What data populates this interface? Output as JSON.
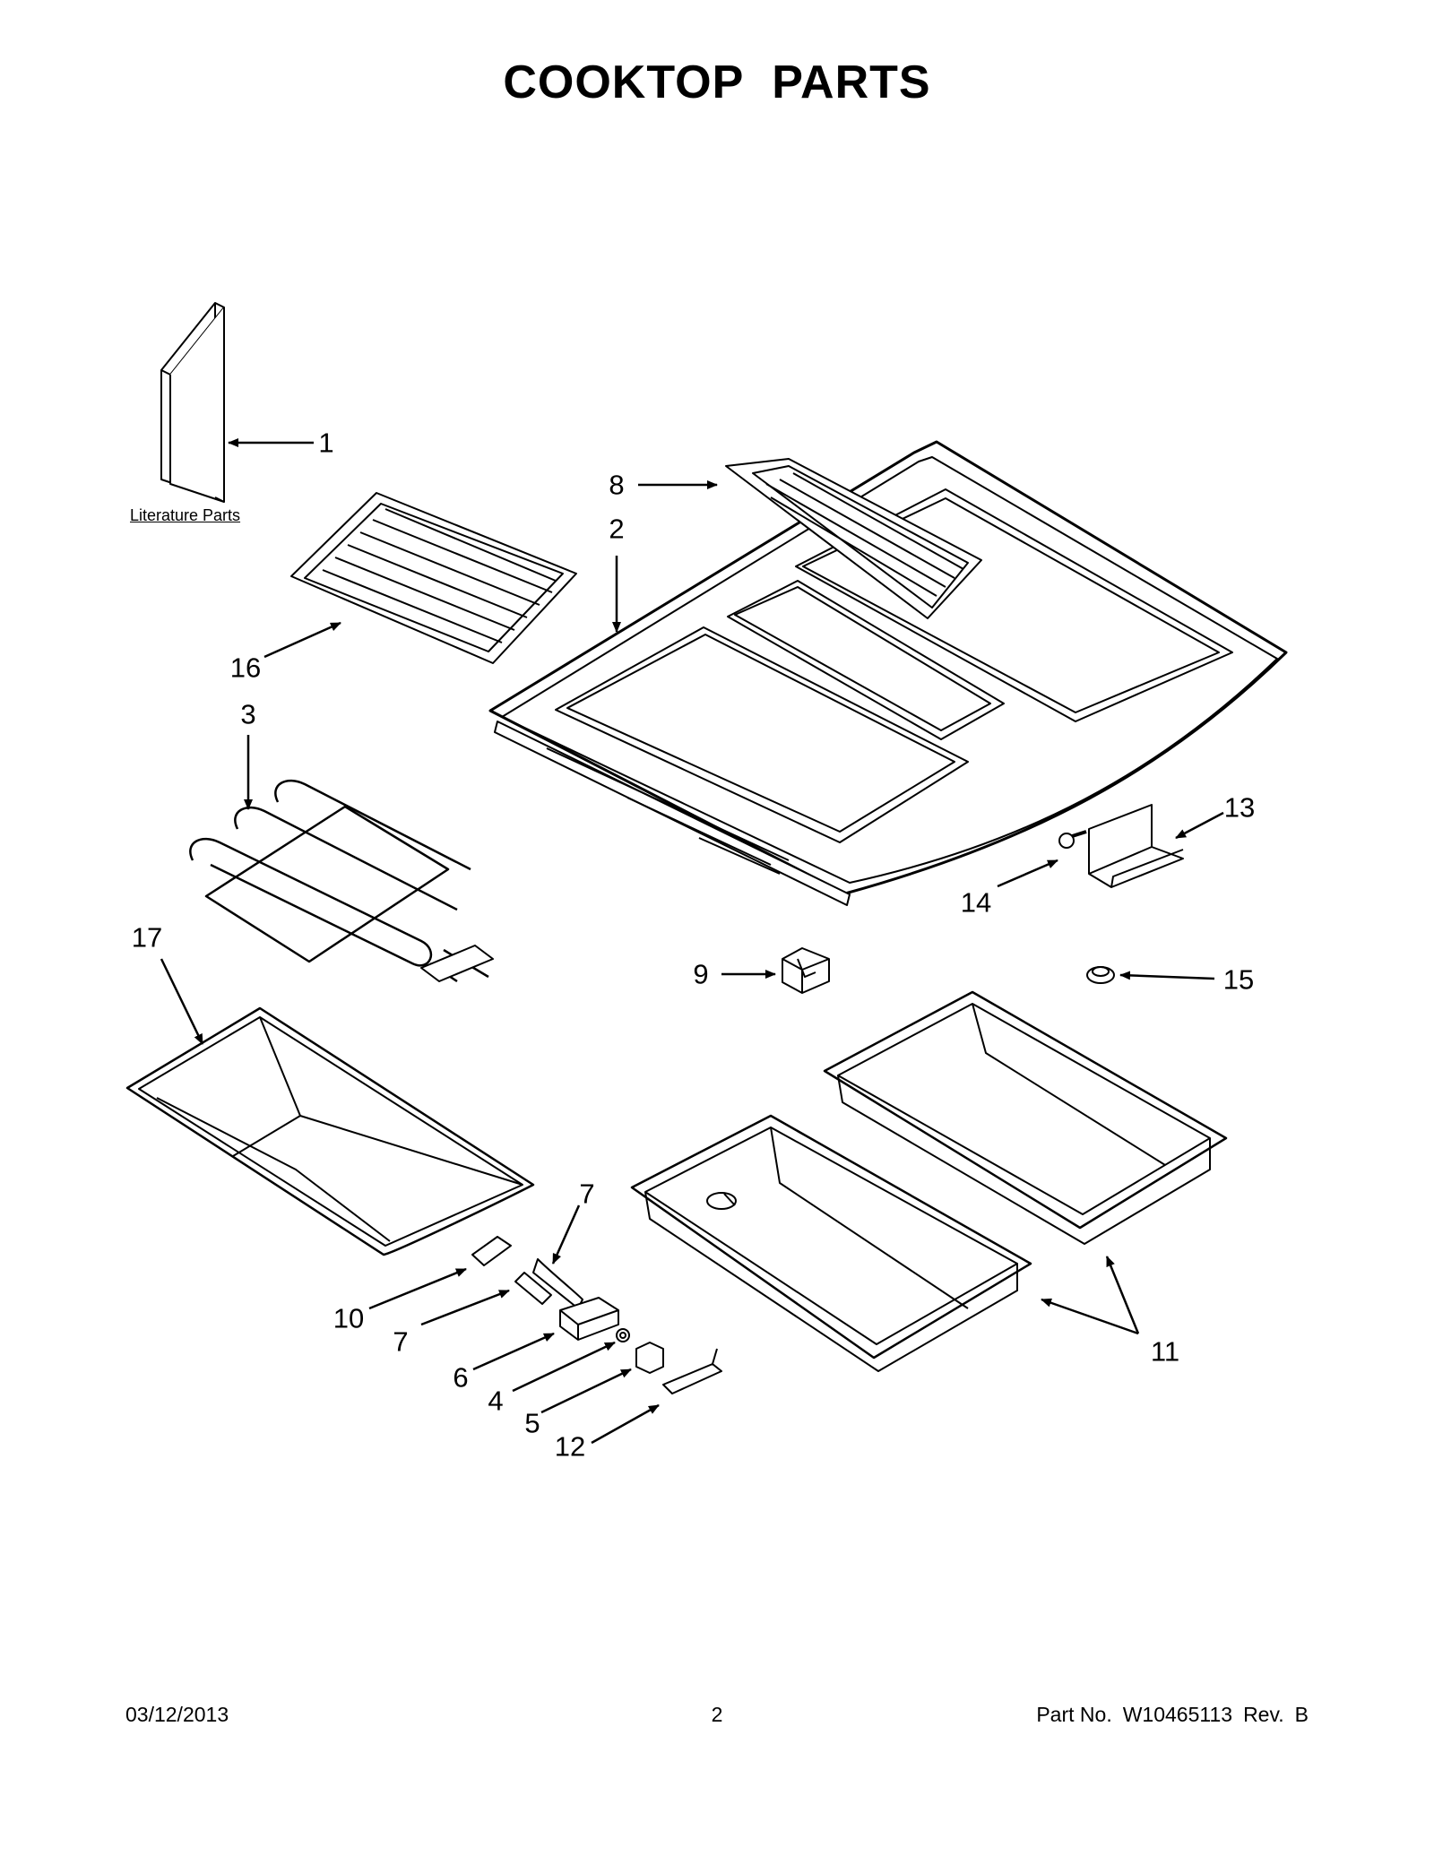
{
  "title": {
    "word1": "COOKTOP",
    "word2": "PARTS"
  },
  "literature_label": "Literature Parts",
  "callouts": [
    "1",
    "8",
    "2",
    "16",
    "3",
    "13",
    "14",
    "9",
    "15",
    "17",
    "7",
    "10",
    "7",
    "6",
    "4",
    "5",
    "12",
    "11"
  ],
  "footer": {
    "date": "03/12/2013",
    "page": "2",
    "part_label": "Part No.",
    "part_number": "W10465113",
    "rev_label": "Rev.",
    "rev": "B"
  }
}
